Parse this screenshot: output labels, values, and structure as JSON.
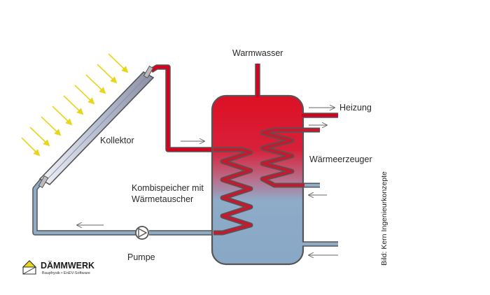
{
  "labels": {
    "warmwasser": "Warmwasser",
    "heizung": "Heizung",
    "kollektor": "Kollektor",
    "waermeerzeuger": "Wärmeerzeuger",
    "kombispeicher_line1": "Kombispeicher mit",
    "kombispeicher_line2": "Wärmetauscher",
    "pumpe": "Pumpe"
  },
  "logo": {
    "name": "DÄMMWERK",
    "tagline": "Bauphysik • EnEV-Software"
  },
  "credit": "Bild: Kern Ingenieurkonzepte",
  "colors": {
    "hot": "#d6001f",
    "cold": "#85a8c8",
    "outline": "#555555",
    "sun_rays": "#e8d51c",
    "arrow": "#666666"
  }
}
